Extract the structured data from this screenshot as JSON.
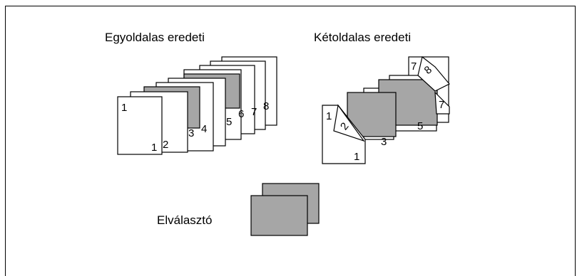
{
  "labels": {
    "simplex": "Egyoldalas eredeti",
    "duplex": "Kétoldalas eredeti",
    "separator": "Elválasztó"
  },
  "simplex_numbers": [
    "1",
    "1",
    "2",
    "3",
    "4",
    "5",
    "6",
    "7",
    "8"
  ],
  "duplex_numbers": [
    "1",
    "2",
    "1",
    "3",
    "5",
    "7",
    "8",
    "7"
  ],
  "colors": {
    "line": "#000000",
    "paper": "#ffffff",
    "separator": "#a6a6a6"
  }
}
